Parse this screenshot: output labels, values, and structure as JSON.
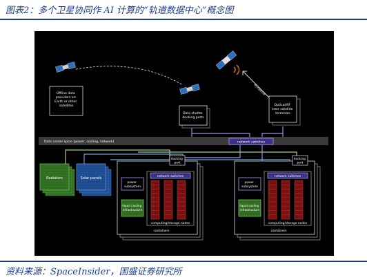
{
  "caption": "图表2：多个卫星协同作 AI 计算的“轨道数据中心”概念图",
  "source": "资料来源：SpaceInsider，国盛证券研究所",
  "diagram": {
    "offline": [
      "Offline data",
      "providers on",
      "Earth or other",
      "satellites"
    ],
    "docking_ports_top": [
      "Data shuttle",
      "docking ports"
    ],
    "optical": [
      "Optical/RF",
      "inter satellite",
      "terminals"
    ],
    "rf_link": "RF/Optical",
    "network_switches": "network switches",
    "spine": "Data center spine (power, cooling, network)",
    "radiators": "Radiators",
    "solar": "Solar panels",
    "docking_port": [
      "docking",
      "port"
    ],
    "power": [
      "power",
      "subsystem"
    ],
    "liquid": [
      "liquid cooling",
      "infrastructure"
    ],
    "compute": "computing/storage nodes",
    "containers": "containers"
  },
  "colors": {
    "background": "#000000",
    "spine": "#3a3a3a",
    "switch": "#3b2f86",
    "radiator": "#2f6e1f",
    "solar": "#1c4a8a",
    "node": "#7a1010",
    "link_green": "#9ed48c",
    "link_blue": "#6fa0e0",
    "link_purple": "#9b8fe6",
    "accent_blue": "#1a3d8f"
  }
}
